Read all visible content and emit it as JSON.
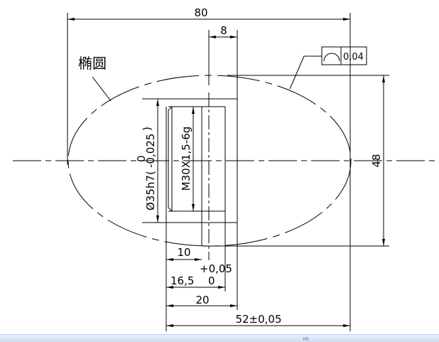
{
  "dims": {
    "overall_width": "80",
    "groove_width": "8",
    "height": "48",
    "diameter": "Ø35h7(",
    "diameter_tol_upper": "0",
    "diameter_tol_lower": "-0,025",
    "diameter_close": ")",
    "thread": "M30X1,5-6g",
    "d10": "10",
    "d16_5": "16,5",
    "d16_5_tol_upper": "+0,05",
    "d16_5_tol_lower": "0",
    "d20": "20",
    "d52": "52±0,05"
  },
  "ellipse_label": "椭圆",
  "tolerance_frame": {
    "symbol": "profile-of-line",
    "value": "0,04"
  }
}
